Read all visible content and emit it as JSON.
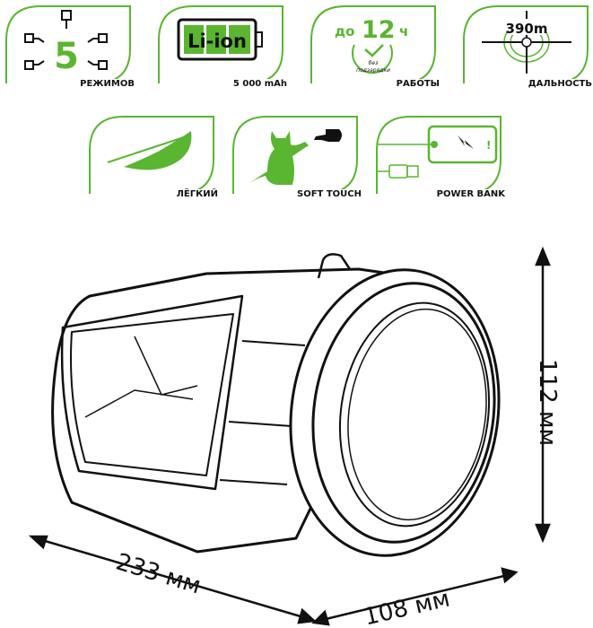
{
  "colors": {
    "accent": "#5ab531",
    "ink": "#111111"
  },
  "features": [
    {
      "icon": "modes-icon",
      "big": "5",
      "label": "РЕЖИМОВ"
    },
    {
      "icon": "battery-icon",
      "big": "Li-ion",
      "label": "5 000 mAh"
    },
    {
      "icon": "clock-icon",
      "prefix": "до",
      "big": "12",
      "suffix": "ч",
      "note1": "без",
      "note2": "подзарядки",
      "label": "РАБОТЫ"
    },
    {
      "icon": "range-icon",
      "big": "390m",
      "label": "ДАЛЬНОСТЬ"
    },
    {
      "icon": "feather-icon",
      "label": "ЛЁГКИЙ"
    },
    {
      "icon": "kitten-icon",
      "label": "SOFT TOUCH"
    },
    {
      "icon": "powerbank-icon",
      "label": "POWER BANK"
    }
  ],
  "dimensions": {
    "height": "112 мм",
    "length": "233 мм",
    "width": "108 мм"
  }
}
